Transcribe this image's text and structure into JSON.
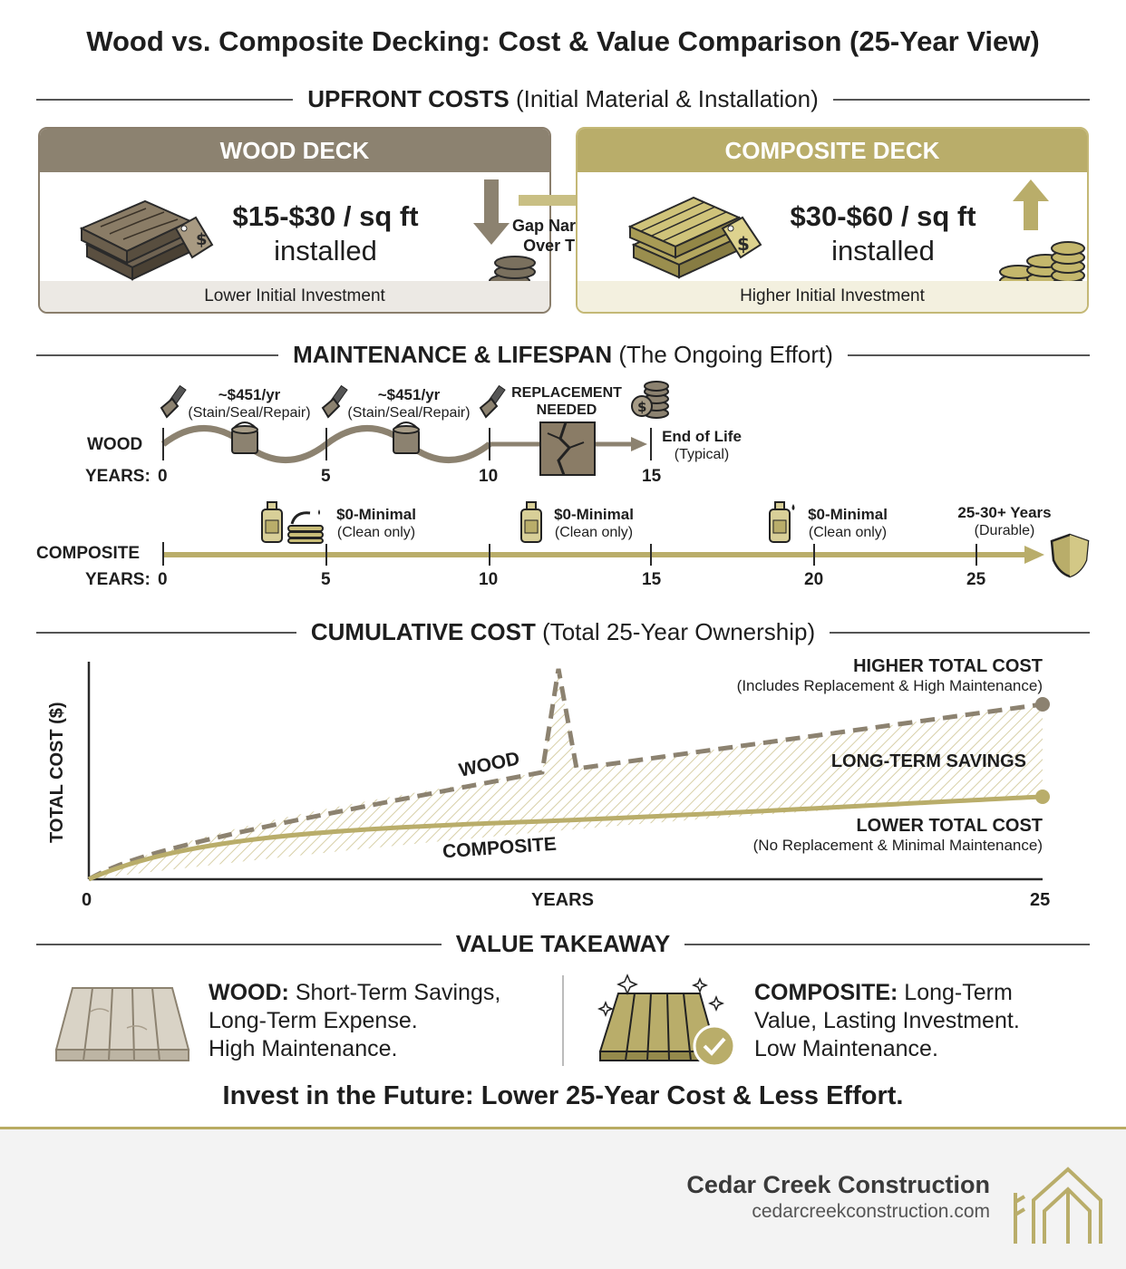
{
  "title": "Wood vs. Composite Decking: Cost & Value Comparison (25-Year View)",
  "upfront": {
    "heading_bold": "UPFRONT COSTS",
    "heading_rest": "(Initial Material & Installation)",
    "wood": {
      "title": "WOOD DECK",
      "price": "$15-$30 / sq ft",
      "installed": "installed",
      "footer": "Lower Initial Investment"
    },
    "composite": {
      "title": "COMPOSITE DECK",
      "price": "$30-$60 / sq ft",
      "installed": "installed",
      "footer": "Higher Initial Investment"
    },
    "gap_line1": "Gap Narrows",
    "gap_line2": "Over Time"
  },
  "maintenance": {
    "heading_bold": "MAINTENANCE & LIFESPAN",
    "heading_rest": "(The Ongoing Effort)",
    "wood_label": "WOOD",
    "years_label": "YEARS:",
    "wood_ticks": [
      "0",
      "5",
      "10",
      "15"
    ],
    "wood_cost_1": "~$451/yr",
    "wood_cost_1_sub": "(Stain/Seal/Repair)",
    "wood_cost_2": "~$451/yr",
    "wood_cost_2_sub": "(Stain/Seal/Repair)",
    "replacement_1": "REPLACEMENT",
    "replacement_2": "NEEDED",
    "end_of_life": "End of Life",
    "end_of_life_sub": "(Typical)",
    "composite_label": "COMPOSITE",
    "composite_ticks": [
      "0",
      "5",
      "10",
      "15",
      "20",
      "25"
    ],
    "comp_cost_1": "$0-Minimal",
    "comp_cost_1_sub": "(Clean only)",
    "comp_cost_2": "$0-Minimal",
    "comp_cost_2_sub": "(Clean only)",
    "comp_cost_3": "$0-Minimal",
    "comp_cost_3_sub": "(Clean only)",
    "durable": "25-30+ Years",
    "durable_sub": "(Durable)"
  },
  "cumulative": {
    "heading_bold": "CUMULATIVE COST",
    "heading_rest": "(Total 25-Year Ownership)",
    "ylabel": "TOTAL COST ($)",
    "xlabel": "YEARS",
    "x_start": "0",
    "x_end": "25",
    "wood_line_label": "WOOD",
    "composite_line_label": "COMPOSITE",
    "higher_title": "HIGHER TOTAL COST",
    "higher_sub": "(Includes Replacement & High Maintenance)",
    "savings": "LONG-TERM SAVINGS",
    "lower_title": "LOWER TOTAL COST",
    "lower_sub": "(No Replacement & Minimal Maintenance)"
  },
  "takeaway": {
    "heading": "VALUE TAKEAWAY",
    "wood_bold": "WOOD:",
    "wood_l1": "Short-Term Savings,",
    "wood_l2": "Long-Term Expense.",
    "wood_l3": "High Maintenance.",
    "comp_bold": "COMPOSITE:",
    "comp_l1": "Long-Term",
    "comp_l2": "Value, Lasting Investment.",
    "comp_l3": "Low Maintenance.",
    "bottom_line": "Invest in the Future: Lower 25-Year Cost & Less Effort."
  },
  "brand": {
    "name": "Cedar Creek Construction",
    "url": "cedarcreekconstruction.com"
  },
  "colors": {
    "wood": "#8c8270",
    "composite": "#b9ad6a",
    "dark": "#1e1e1e"
  }
}
